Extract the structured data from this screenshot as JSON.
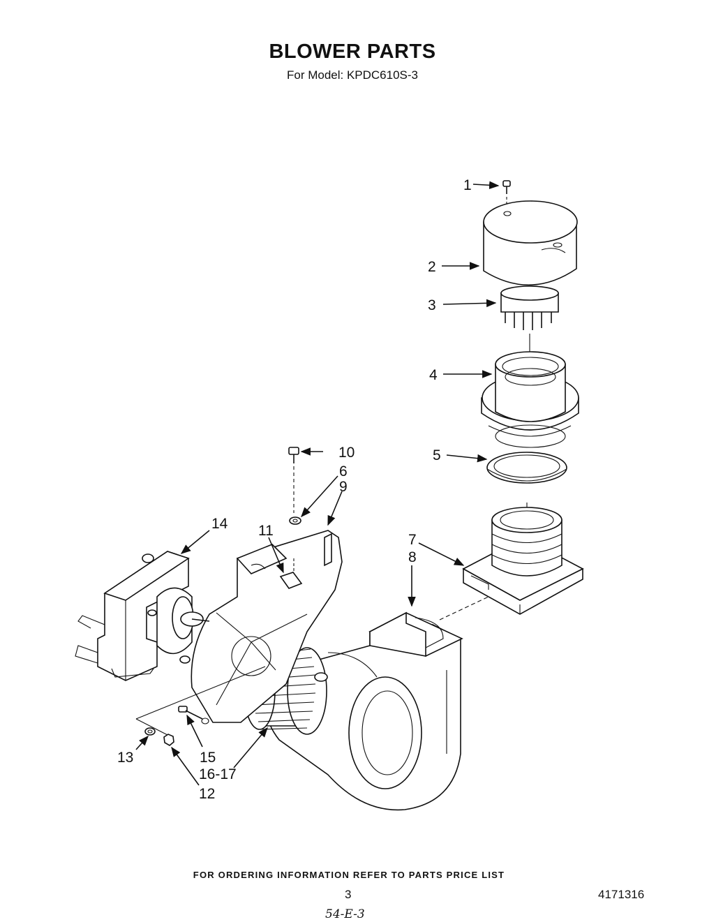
{
  "header": {
    "title": "BLOWER PARTS",
    "subtitle": "For Model: KPDC610S-3"
  },
  "callouts": {
    "c1": "1",
    "c2": "2",
    "c3": "3",
    "c4": "4",
    "c5": "5",
    "c6": "6",
    "c7": "7",
    "c8": "8",
    "c9": "9",
    "c10": "10",
    "c11": "11",
    "c12": "12",
    "c13": "13",
    "c14": "14",
    "c15": "15",
    "c16_17": "16-17"
  },
  "footer": {
    "note": "FOR ORDERING INFORMATION REFER TO PARTS PRICE LIST",
    "page_number": "3",
    "document_number": "4171316",
    "handwritten": "54-E-3"
  }
}
